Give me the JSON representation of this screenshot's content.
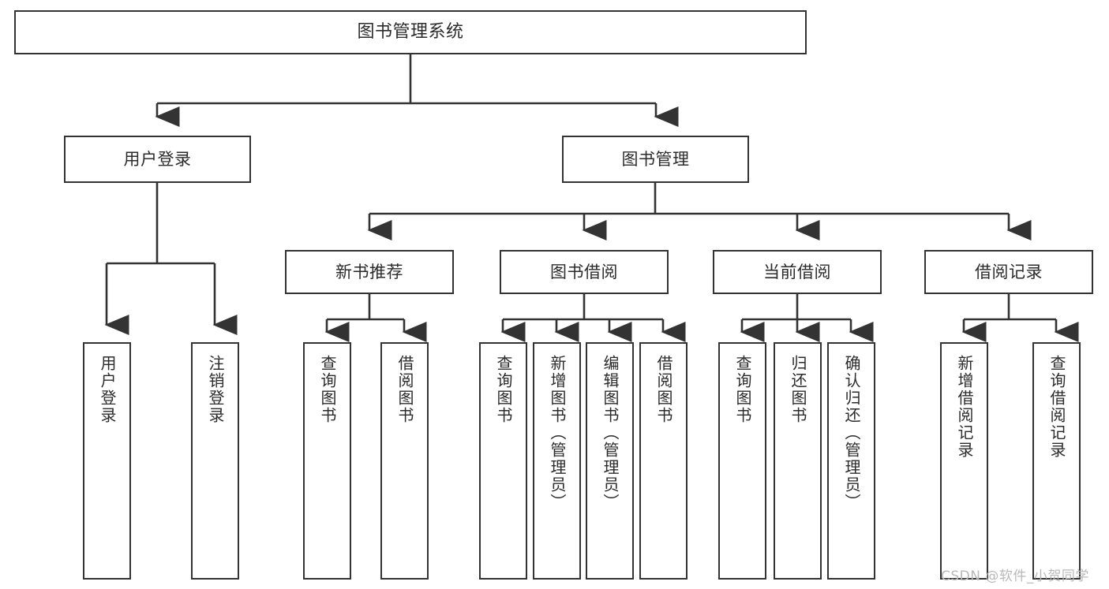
{
  "diagram": {
    "type": "tree-hierarchy-chart",
    "title": "图书管理系统",
    "stroke_color": "#333333",
    "fill_color": "#ffffff",
    "text_color": "#2b2b2b",
    "watermark": "CSDN @软件_小贺同学",
    "levels": {
      "root": {
        "label": "图书管理系统"
      },
      "level2": [
        {
          "label": "用户登录"
        },
        {
          "label": "图书管理"
        }
      ],
      "level3": [
        {
          "label": "新书推荐"
        },
        {
          "label": "图书借阅"
        },
        {
          "label": "当前借阅"
        },
        {
          "label": "借阅记录"
        }
      ],
      "leaves": {
        "user_login": [
          {
            "label": "用户登录"
          },
          {
            "label": "注销登录"
          }
        ],
        "new_book_recommend": [
          {
            "label": "查询图书"
          },
          {
            "label": "借阅图书"
          }
        ],
        "book_borrow": [
          {
            "label": "查询图书"
          },
          {
            "label": "新增图书（管理员）"
          },
          {
            "label": "编辑图书（管理员）"
          },
          {
            "label": "借阅图书"
          }
        ],
        "current_borrow": [
          {
            "label": "查询图书"
          },
          {
            "label": "归还图书"
          },
          {
            "label": "确认归还（管理员）"
          }
        ],
        "borrow_record": [
          {
            "label": "新增借阅记录"
          },
          {
            "label": "查询借阅记录"
          }
        ]
      }
    }
  }
}
